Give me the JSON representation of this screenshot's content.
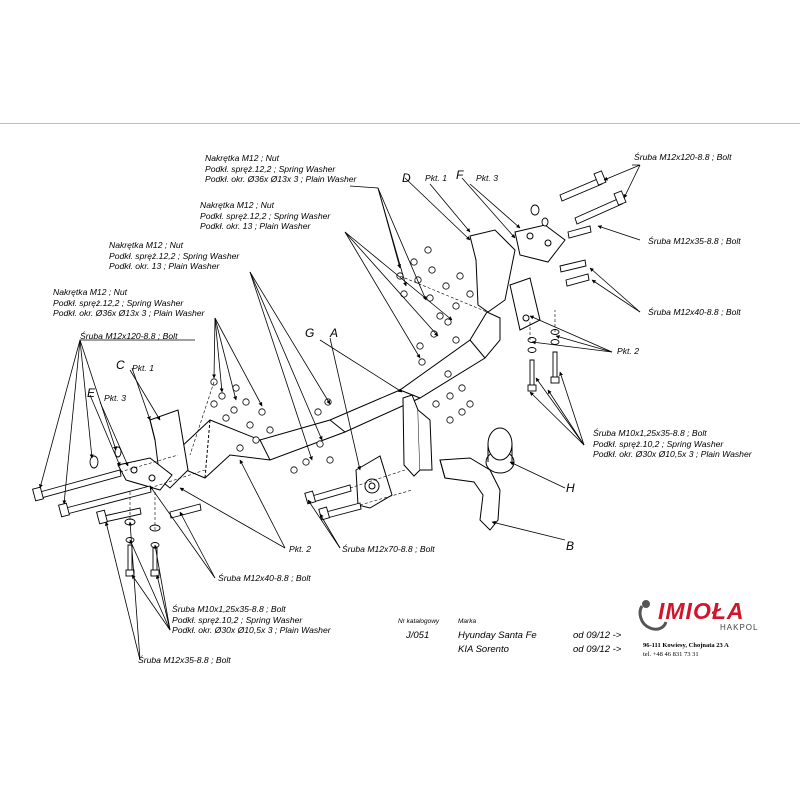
{
  "labels": {
    "nut_top": [
      "Nakrętka  M12 ; Nut",
      "Podkł. spręż.12,2 ; Spring Washer",
      "Podkł. okr.  Ø36x Ø13x 3 ; Plain Washer"
    ],
    "nut_mid": [
      "Nakrętka  M12 ; Nut",
      "Podkł. spręż.12,2 ; Spring Washer",
      "Podkł. okr. 13 ; Plain Washer"
    ],
    "nut_left": [
      "Nakrętka  M12 ; Nut",
      "Podkł. spręż.12,2 ; Spring Washer",
      "Podkł. okr. 13 ; Plain Washer"
    ],
    "nut_far_left": [
      "Nakrętka  M12 ; Nut",
      "Podkł. spręż.12,2 ; Spring Washer",
      "Podkł. okr.  Ø36x Ø13x 3 ; Plain Washer"
    ],
    "bolt_120_right": "Śruba M12x120-8.8 ;  Bolt",
    "bolt_35_right": "Śruba M12x35-8.8 ;  Bolt",
    "bolt_40_right": "Śruba M12x40-8.8 ;  Bolt",
    "pkt2_right": "Pkt. 2",
    "bolt_m10_right": [
      "Śruba M10x1,25x35-8.8 ;  Bolt",
      "Podkł. spręż.10,2 ; Spring Washer",
      "Podkł. okr.  Ø30x Ø10,5x 3 ; Plain Washer"
    ],
    "bolt_120_left": "Śruba M12x120-8.8 ;  Bolt",
    "pkt1_left": "Pkt. 1",
    "pkt3_left": "Pkt. 3",
    "pkt1_top": "Pkt. 1",
    "pkt3_top": "Pkt. 3",
    "pkt2_bottom": "Pkt. 2",
    "bolt_70": "Śruba M12x70-8.8 ;  Bolt",
    "bolt_40_left": "Śruba M12x40-8.8 ;  Bolt",
    "bolt_m10_left": [
      "Śruba M10x1,25x35-8.8 ;  Bolt",
      "Podkł. spręż.10,2 ; Spring Washer",
      "Podkł. okr.  Ø30x Ø10,5x 3 ; Plain Washer"
    ],
    "bolt_35_left": "Śruba M12x35-8.8 ;  Bolt"
  },
  "letters": {
    "A": "A",
    "B": "B",
    "C": "C",
    "D": "D",
    "E": "E",
    "F": "F",
    "G": "G",
    "H": "H"
  },
  "catalog": {
    "nr_label": "Nr katalogowy",
    "marka_label": "Marka",
    "number": "J/051",
    "models": [
      {
        "name": "Hyunday Santa Fe",
        "from": "od  09/12 ->"
      },
      {
        "name": "KIA Sorento",
        "from": "od  09/12 ->"
      }
    ]
  },
  "brand": {
    "logo_text": "IMIOŁA",
    "logo_sub": "HAKPOL",
    "address": "96-111 Kowiesy, Chojnata 23 A",
    "phone": "tel. +48 46 831 73 31",
    "red": "#d2142c"
  }
}
